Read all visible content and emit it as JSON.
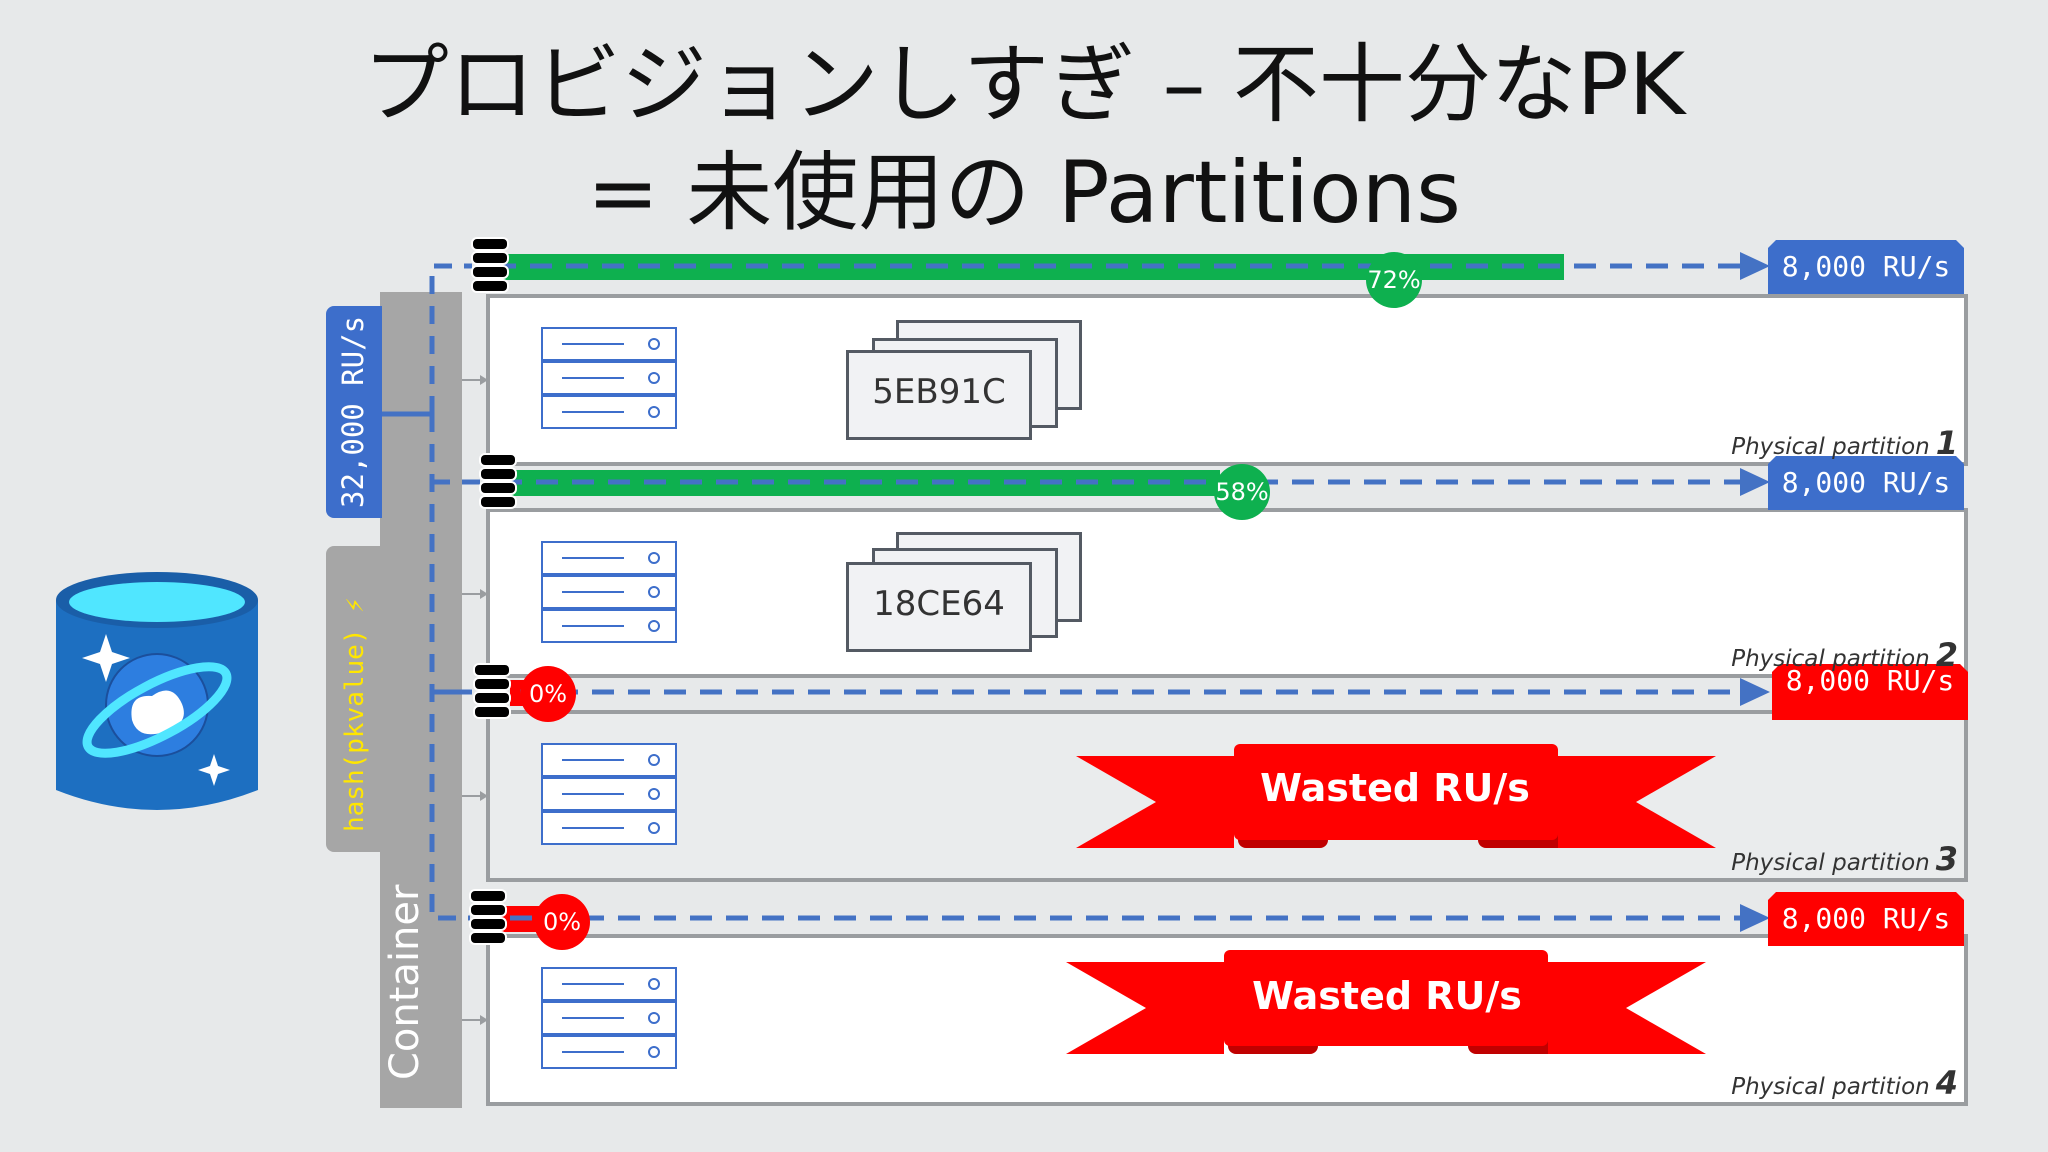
{
  "title": {
    "line1": "プロビジョンしすぎ – 不十分なPK",
    "line2": "= 未使用の Partitions"
  },
  "container_label": "Container",
  "total_throughput": "32,000 RU/s",
  "hash_label": "hash(pkvalue) ⚡",
  "physical_partition_label": "Physical partition",
  "wasted_label": "Wasted RU/s",
  "partitions": [
    {
      "number": "1",
      "ru": "8,000 RU/s",
      "utilization": "72%",
      "utilization_value": 72,
      "key": "5EB91C",
      "status": "used"
    },
    {
      "number": "2",
      "ru": "8,000 RU/s",
      "utilization": "58%",
      "utilization_value": 58,
      "key": "18CE64",
      "status": "used"
    },
    {
      "number": "3",
      "ru": "8,000 RU/s",
      "utilization": "0%",
      "utilization_value": 0,
      "key": "",
      "status": "wasted"
    },
    {
      "number": "4",
      "ru": "8,000 RU/s",
      "utilization": "0%",
      "utilization_value": 0,
      "key": "",
      "status": "wasted"
    }
  ],
  "colors": {
    "used_bar": "#0eb04f",
    "wasted": "#ff0000",
    "ru_badge_used": "#3d6ecb",
    "dashed_arrow": "#4472c4",
    "container_bar": "#a6a6a6",
    "cosmos_cylinder": "#1d6fc1"
  },
  "icons": {
    "database": "cosmos-db-icon",
    "storage": "database-stack-icon",
    "server": "server-rack-icon"
  }
}
